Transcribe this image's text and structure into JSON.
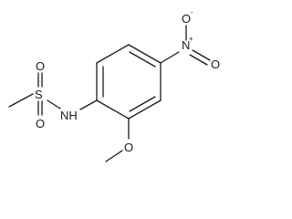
{
  "molecule": {
    "atoms": {
      "sulfonyl_O_top": "O",
      "sulfonyl_O_bottom": "O",
      "sulfur": "S",
      "amine": "N",
      "amine_H": "H",
      "ether_O": "O",
      "nitro_N": "N",
      "nitro_O_top": "O",
      "nitro_O_right": "O",
      "nitro_N_charge": "+",
      "nitro_O_charge": "-"
    }
  }
}
